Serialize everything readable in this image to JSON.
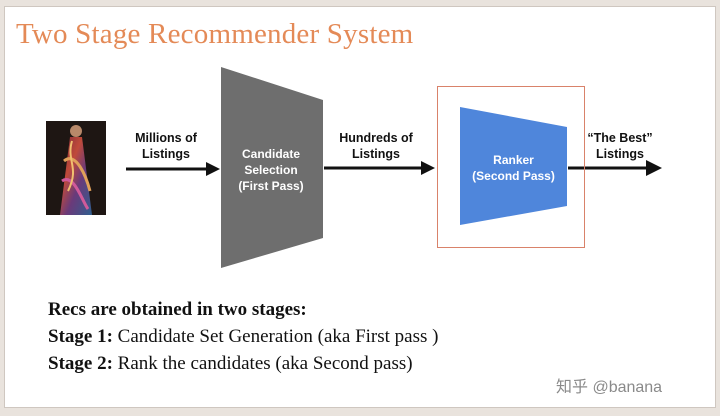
{
  "title": "Two Stage Recommender System",
  "labels": {
    "input": [
      "Millions of",
      "Listings"
    ],
    "middle": [
      "Hundreds of",
      "Listings"
    ],
    "output": [
      "“The Best”",
      "Listings"
    ]
  },
  "stages": {
    "candidate": [
      "Candidate",
      "Selection",
      "(First Pass)"
    ],
    "ranker": [
      "Ranker",
      "(Second Pass)"
    ]
  },
  "colors": {
    "title": "#e48a57",
    "candidate": "#6e6e6e",
    "ranker": "#4f86db",
    "ranker_box": "#d9826a"
  },
  "summary": {
    "heading": "Recs are obtained in two stages:",
    "stage1_label": "Stage 1:",
    "stage1_text": "Candidate Set Generation (aka First pass )",
    "stage2_label": "Stage 2:",
    "stage2_text": "Rank the candidates (aka Second pass)"
  },
  "watermark": "知乎 @banana"
}
